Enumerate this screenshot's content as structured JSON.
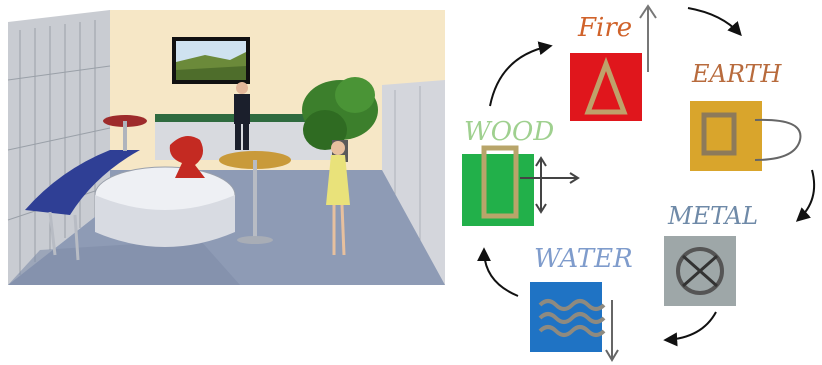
{
  "elements": {
    "fire": {
      "label": "Fire",
      "color": "#e0161c"
    },
    "earth": {
      "label": "EARTH",
      "color": "#d9a52c"
    },
    "metal": {
      "label": "METAL",
      "color": "#9ea7a8"
    },
    "water": {
      "label": "WATER",
      "color": "#1f73c4"
    },
    "wood": {
      "label": "WOOD",
      "color": "#22b04a"
    }
  },
  "scene": {
    "wall_color": "#f6e7c6",
    "floor_color": "#8e9bb5",
    "painting_frame": "#111111"
  }
}
